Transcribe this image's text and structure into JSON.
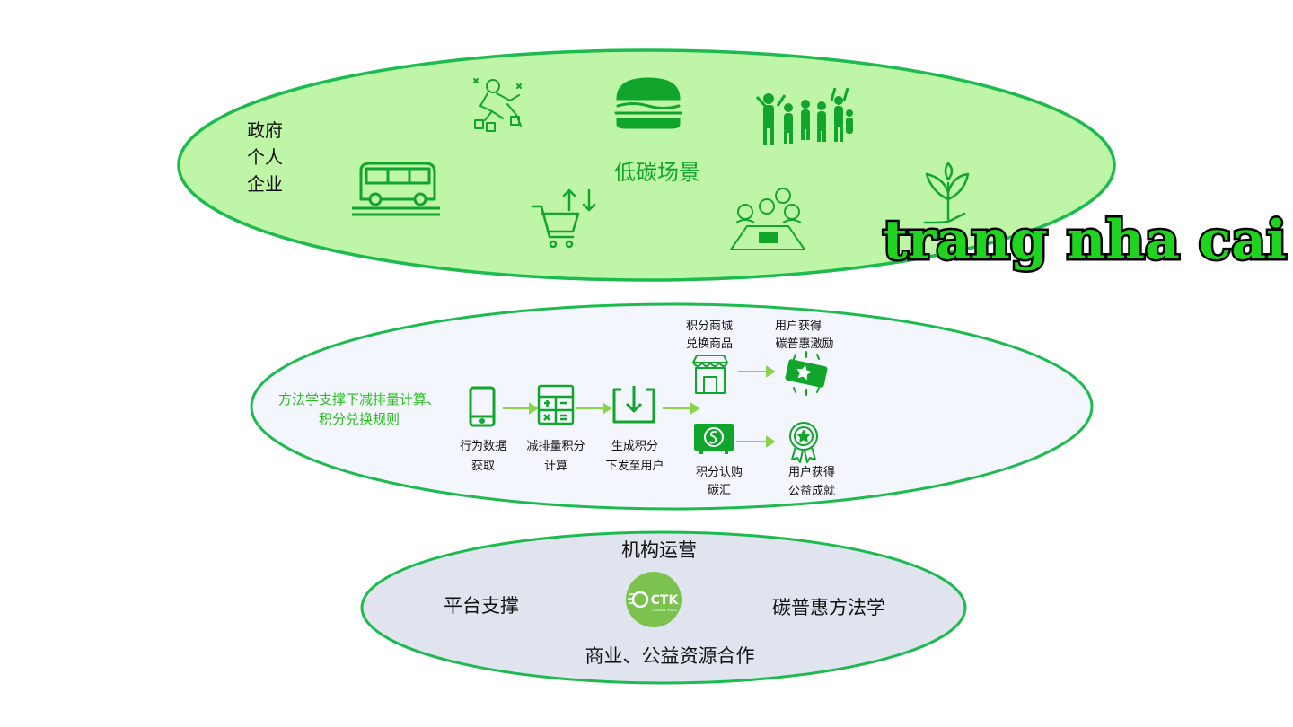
{
  "top": {
    "actors": [
      "政府",
      "个人",
      "企业"
    ],
    "scene_label": "低碳场景",
    "icons": [
      "puzzle-worker-icon",
      "burger-icon",
      "crowd-jumping-icon",
      "bus-icon",
      "shopping-cart-icon",
      "meeting-table-icon",
      "hand-plant-icon"
    ]
  },
  "watermark": "trang nha cai",
  "middle": {
    "method_line1": "方法学支撑下减排量计算、",
    "method_line2": "积分兑换规则",
    "steps": [
      {
        "line1": "行为数据",
        "line2": "获取",
        "icon": "smartphone-icon"
      },
      {
        "line1": "减排量积分",
        "line2": "计算",
        "icon": "calculator-icon"
      },
      {
        "line1": "生成积分",
        "line2": "下发至用户",
        "icon": "download-box-icon"
      }
    ],
    "branch_top": {
      "source_line1": "积分商城",
      "source_line2": "兑换商品",
      "source_icon": "shop-icon",
      "result_line1": "用户获得",
      "result_line2": "碳普惠激励",
      "result_icon": "ticket-star-icon"
    },
    "branch_bottom": {
      "source_line1": "积分认购",
      "source_line2": "碳汇",
      "source_icon": "carbon-sink-icon",
      "result_line1": "用户获得",
      "result_line2": "公益成就",
      "result_icon": "medal-icon"
    }
  },
  "bottom": {
    "title": "机构运营",
    "left": "平台支撑",
    "right": "碳普惠方法学",
    "footer": "商业、公益资源合作",
    "logo_text": "CTK",
    "logo_sub": "CARBON TRACK"
  },
  "colors": {
    "green": "#12a52c",
    "light_green_fill": "#bff5a7",
    "ellipse_stroke": "#1dbb4f",
    "middle_fill": "#f4f6fd",
    "bottom_fill": "#e0e4ee",
    "logo_green": "#7cc24f",
    "method_text": "#2bbd22"
  }
}
